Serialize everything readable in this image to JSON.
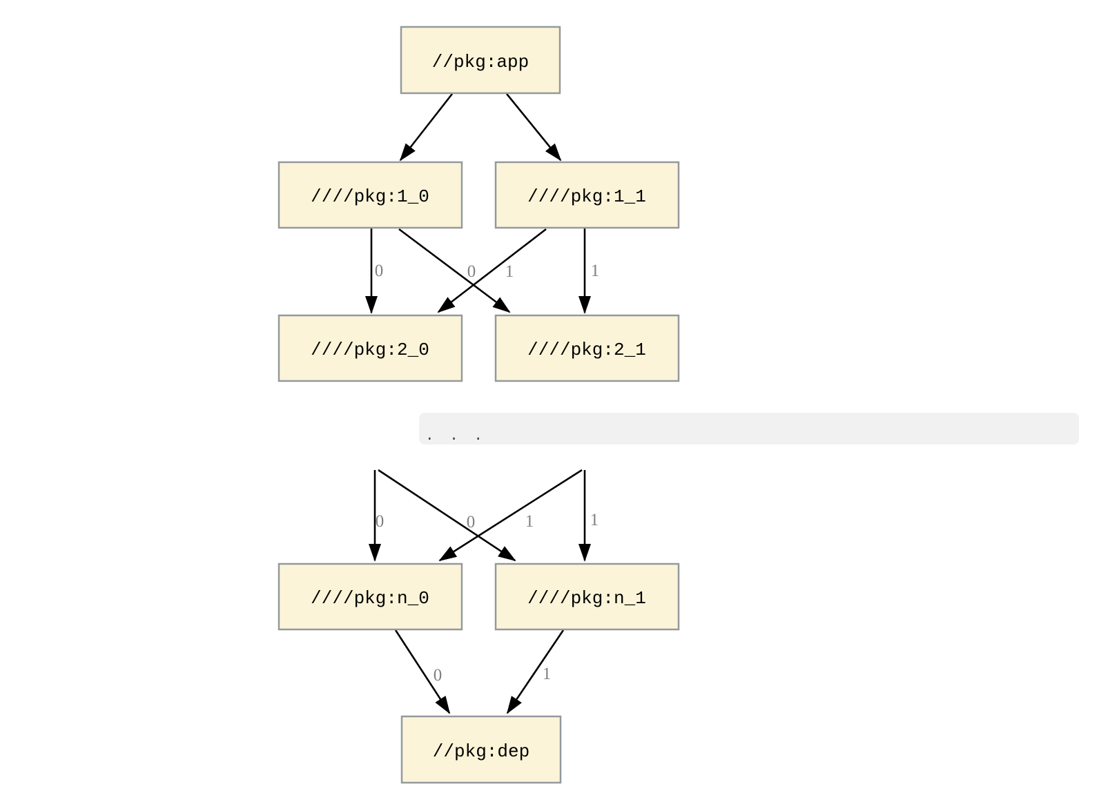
{
  "figure": {
    "kind": "dependency-graph",
    "colors": {
      "node_fill": "#fcf4d8",
      "node_border": "#93999d",
      "edge": "#000000",
      "edge_label": "#808080",
      "ellipsis_bg": "#f1f1f1",
      "ellipsis_dots": "#3a3a3a"
    },
    "nodes": [
      {
        "id": "app",
        "label": "//pkg:app"
      },
      {
        "id": "1_0",
        "label": "////pkg:1_0"
      },
      {
        "id": "1_1",
        "label": "////pkg:1_1"
      },
      {
        "id": "2_0",
        "label": "////pkg:2_0"
      },
      {
        "id": "2_1",
        "label": "////pkg:2_1"
      },
      {
        "id": "n_0",
        "label": "////pkg:n_0"
      },
      {
        "id": "n_1",
        "label": "////pkg:n_1"
      },
      {
        "id": "dep",
        "label": "//pkg:dep"
      }
    ],
    "edges": [
      {
        "from": "app",
        "to": "1_0",
        "label": ""
      },
      {
        "from": "app",
        "to": "1_1",
        "label": ""
      },
      {
        "from": "1_0",
        "to": "2_0",
        "label": "0"
      },
      {
        "from": "1_1",
        "to": "2_0",
        "label": "0"
      },
      {
        "from": "1_0",
        "to": "2_1",
        "label": "1"
      },
      {
        "from": "1_1",
        "to": "2_1",
        "label": "1"
      },
      {
        "from": "...",
        "to": "n_0",
        "label": "0"
      },
      {
        "from": "...",
        "to": "n_0",
        "label": "0"
      },
      {
        "from": "...",
        "to": "n_1",
        "label": "1"
      },
      {
        "from": "...",
        "to": "n_1",
        "label": "1"
      },
      {
        "from": "n_0",
        "to": "dep",
        "label": "0"
      },
      {
        "from": "n_1",
        "to": "dep",
        "label": "1"
      }
    ],
    "ellipsis": {
      "text": ". . ."
    }
  }
}
